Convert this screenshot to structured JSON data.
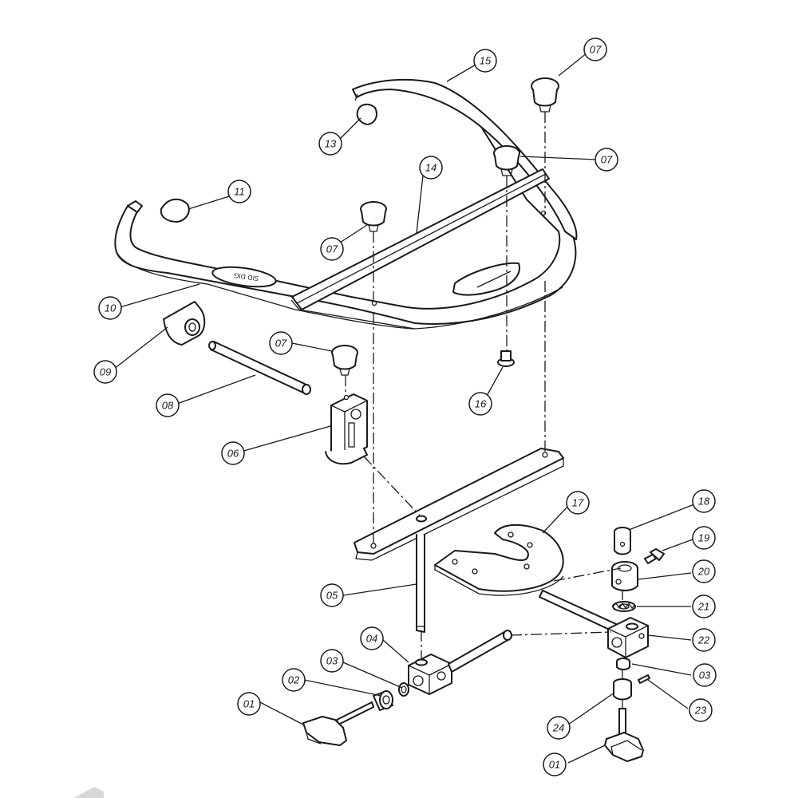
{
  "diagram": {
    "callouts": [
      {
        "id": "c01a",
        "label": "01"
      },
      {
        "id": "c01b",
        "label": "01"
      },
      {
        "id": "c02",
        "label": "02"
      },
      {
        "id": "c03a",
        "label": "03"
      },
      {
        "id": "c03b",
        "label": "03"
      },
      {
        "id": "c04",
        "label": "04"
      },
      {
        "id": "c05",
        "label": "05"
      },
      {
        "id": "c06",
        "label": "06"
      },
      {
        "id": "c07a",
        "label": "07"
      },
      {
        "id": "c07b",
        "label": "07"
      },
      {
        "id": "c07c",
        "label": "07"
      },
      {
        "id": "c07d",
        "label": "07"
      },
      {
        "id": "c08",
        "label": "08"
      },
      {
        "id": "c09",
        "label": "09"
      },
      {
        "id": "c10",
        "label": "10"
      },
      {
        "id": "c11",
        "label": "11"
      },
      {
        "id": "c13",
        "label": "13"
      },
      {
        "id": "c14",
        "label": "14"
      },
      {
        "id": "c15",
        "label": "15"
      },
      {
        "id": "c16",
        "label": "16"
      },
      {
        "id": "c17",
        "label": "17"
      },
      {
        "id": "c18",
        "label": "18"
      },
      {
        "id": "c19",
        "label": "19"
      },
      {
        "id": "c20",
        "label": "20"
      },
      {
        "id": "c21",
        "label": "21"
      },
      {
        "id": "c22",
        "label": "22"
      },
      {
        "id": "c23",
        "label": "23"
      },
      {
        "id": "c24",
        "label": "24"
      }
    ],
    "logo_text": "SID DIG"
  }
}
